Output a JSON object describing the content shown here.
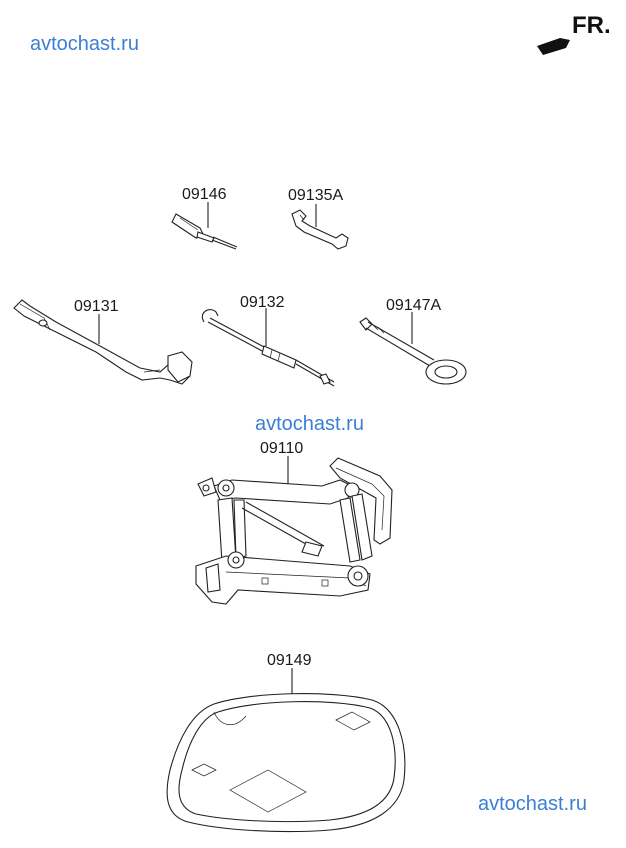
{
  "watermarks": {
    "top_left": "avtochast.ru",
    "middle": "avtochast.ru",
    "bottom_right": "avtochast.ru"
  },
  "orientation": {
    "label": "FR.",
    "icon": "front-arrow-icon"
  },
  "parts": [
    {
      "id": "screwdriver",
      "number": "09146"
    },
    {
      "id": "spanner",
      "number": "09135A"
    },
    {
      "id": "wheel-nut-wrench",
      "number": "09131"
    },
    {
      "id": "jack-handle",
      "number": "09132"
    },
    {
      "id": "towing-hook",
      "number": "09147A"
    },
    {
      "id": "jack",
      "number": "09110"
    },
    {
      "id": "tray",
      "number": "09149"
    }
  ],
  "colors": {
    "watermark": "#3b7fd4",
    "linework": "#222222"
  }
}
